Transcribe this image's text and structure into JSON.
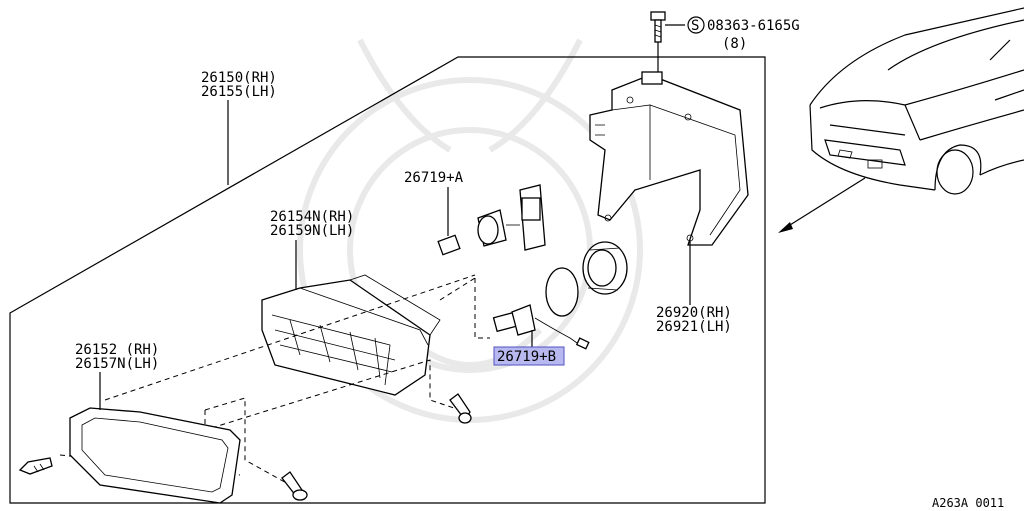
{
  "labels": {
    "screw": "08363-6165G",
    "screw_qty": "(8)",
    "screw_symbol": "S",
    "assembly_rh": "26150(RH)",
    "assembly_lh": "26155(LH)",
    "bulb_a": "26719+A",
    "lens_rh": "26154N(RH)",
    "lens_lh": "26159N(LH)",
    "bracket_rh": "26920(RH)",
    "bracket_lh": "26921(LH)",
    "bulb_b": "26719+B",
    "bezel_rh": "26152 (RH)",
    "bezel_lh": "26157N(LH)",
    "figure_code": "A263A 0011"
  },
  "colors": {
    "highlight_fill": "#b8b8f0",
    "highlight_border": "#5050c0",
    "line": "#000000"
  }
}
